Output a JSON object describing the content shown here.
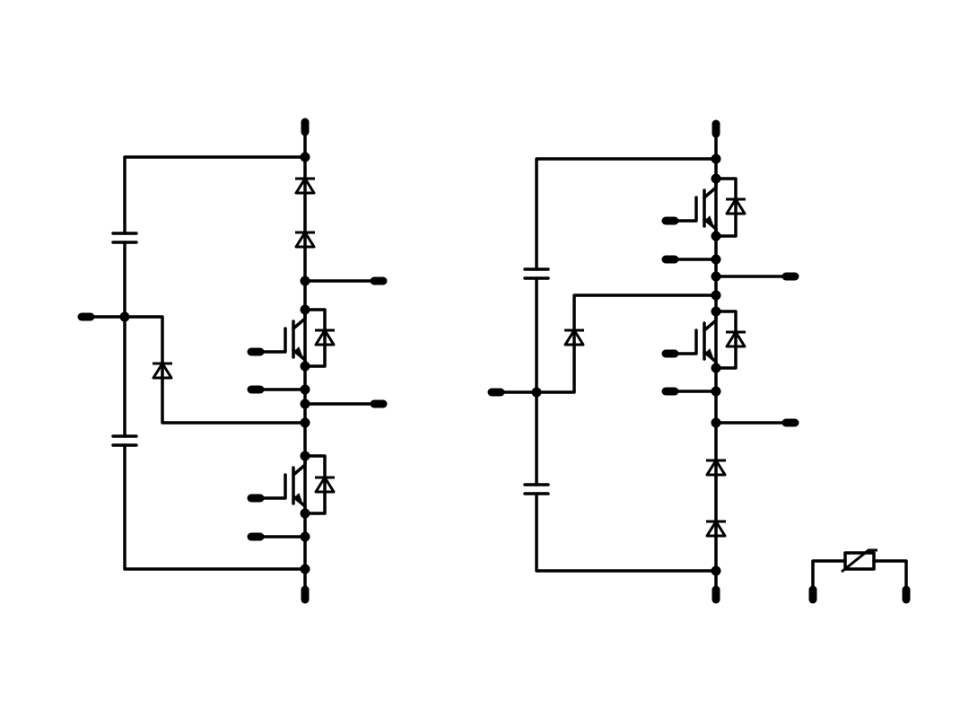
{
  "colors": {
    "background": "#ffffff",
    "ink": "#000000"
  },
  "diagram": {
    "type": "electrical-schematic",
    "components": [
      "left-three-level-bridge-circuit",
      "right-three-level-bridge-circuit",
      "ntc-thermistor"
    ]
  }
}
